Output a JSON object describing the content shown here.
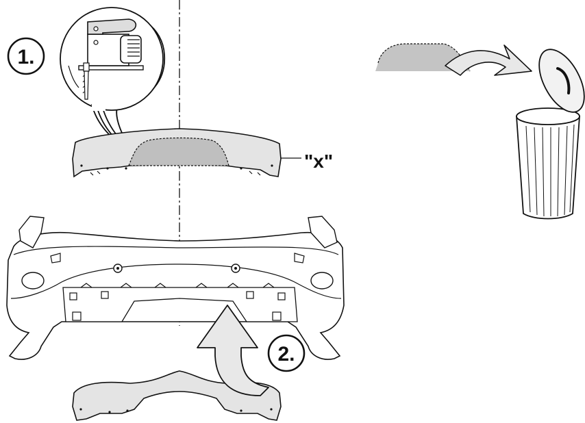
{
  "labels": {
    "step1": "1.",
    "step2": "2.",
    "part_mark": "\"x\""
  },
  "colors": {
    "outline": "#111111",
    "part_fill": "#e4e4e4",
    "cut_fill": "#bfbfbf",
    "arrow_fill": "#e8e8e8",
    "background": "#ffffff"
  },
  "icons": {
    "tool": "jigsaw-icon",
    "bin": "trash-can-icon"
  }
}
